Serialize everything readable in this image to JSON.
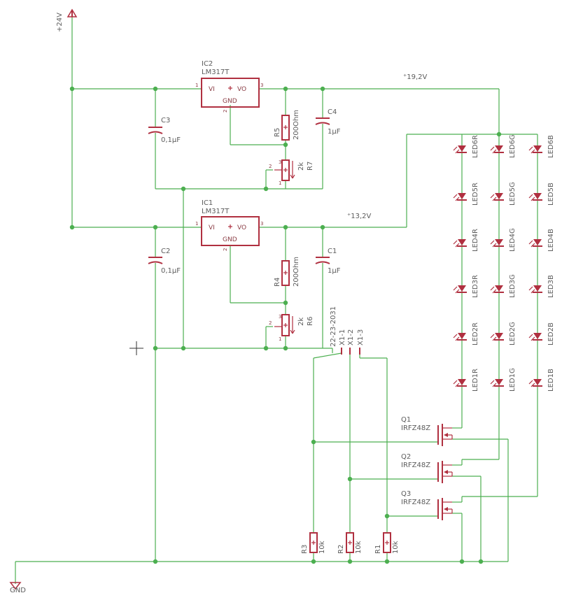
{
  "supply": {
    "vplus": "+24V",
    "gnd": "GND"
  },
  "nets": {
    "v19": "19,2V",
    "v13": "13,2V"
  },
  "ics": [
    {
      "name": "IC2",
      "value": "LM317T",
      "pin_vi": "VI",
      "pin_vo": "VO",
      "pin_gnd": "GND",
      "pin1": "1",
      "pin2": "2",
      "pin3": "3"
    },
    {
      "name": "IC1",
      "value": "LM317T",
      "pin_vi": "VI",
      "pin_vo": "VO",
      "pin_gnd": "GND",
      "pin1": "1",
      "pin2": "2",
      "pin3": "3"
    }
  ],
  "capacitors": [
    {
      "name": "C3",
      "value": "0,1µF"
    },
    {
      "name": "C4",
      "value": "1µF"
    },
    {
      "name": "C2",
      "value": "0,1µF"
    },
    {
      "name": "C1",
      "value": "1µF"
    }
  ],
  "resistors": [
    {
      "name": "R5",
      "value": "200Ohm"
    },
    {
      "name": "R4",
      "value": "200Ohm"
    },
    {
      "name": "R3",
      "value": "10k"
    },
    {
      "name": "R2",
      "value": "10k"
    },
    {
      "name": "R1",
      "value": "10k"
    }
  ],
  "trimmers": [
    {
      "name": "R7",
      "value": "2k",
      "pin1": "1",
      "pin2": "2",
      "pin3": "3"
    },
    {
      "name": "R6",
      "value": "2k",
      "pin1": "1",
      "pin2": "2",
      "pin3": "3"
    }
  ],
  "connector": {
    "part": "22-23-2031",
    "pins": [
      "X1-1",
      "X1-2",
      "X1-3"
    ]
  },
  "transistors": [
    {
      "name": "Q1",
      "value": "IRFZ48Z"
    },
    {
      "name": "Q2",
      "value": "IRFZ48Z"
    },
    {
      "name": "Q3",
      "value": "IRFZ48Z"
    }
  ],
  "leds": {
    "red": [
      "LED6R",
      "LED5R",
      "LED4R",
      "LED3R",
      "LED2R",
      "LED1R"
    ],
    "green": [
      "LED6G",
      "LED5G",
      "LED4G",
      "LED3G",
      "LED2G",
      "LED1G"
    ],
    "blue": [
      "LED6B",
      "LED5B",
      "LED4B",
      "LED3B",
      "LED2B",
      "LED1B"
    ]
  },
  "colors": {
    "wire": "#4caf50",
    "part": "#b03040",
    "text": "#5c5c5c"
  }
}
